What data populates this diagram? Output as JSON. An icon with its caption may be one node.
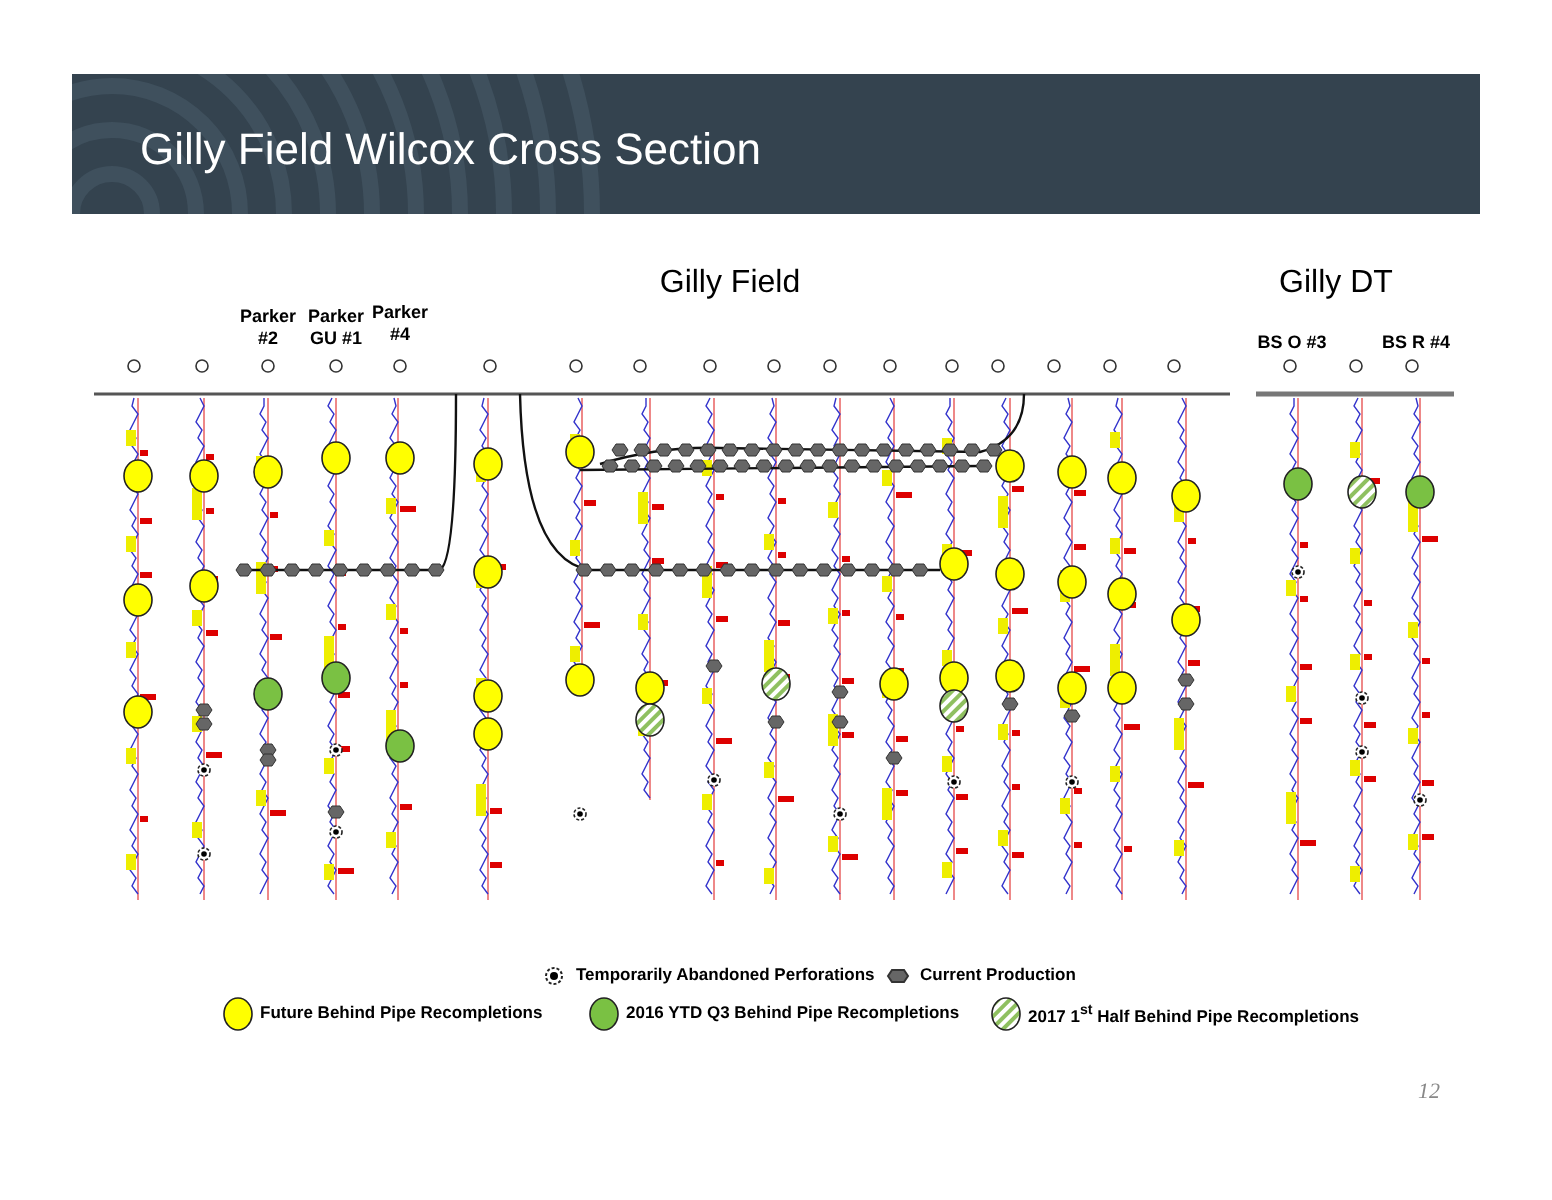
{
  "diagram": {
    "title": "Gilly Field Wilcox Cross Section",
    "labels": [
      "Gilly Field",
      "Gilly DT",
      "Parker #2",
      "Parker GU #1",
      "Parker #4",
      "BS O #3",
      "BS R #4",
      "12"
    ],
    "legend": [
      {
        "text": "Temporarily Abandoned Perforations"
      },
      {
        "text": "Current Production"
      },
      {
        "text": "Future Behind Pipe Recompletions",
        "color": "#ffff00"
      },
      {
        "text": "2016 YTD Q3 Behind Pipe Recompletions",
        "color": "#7ac143"
      },
      {
        "text": "2017 1$^{st}$ Half Behind Pipe Recompletions"
      }
    ]
  }
}
